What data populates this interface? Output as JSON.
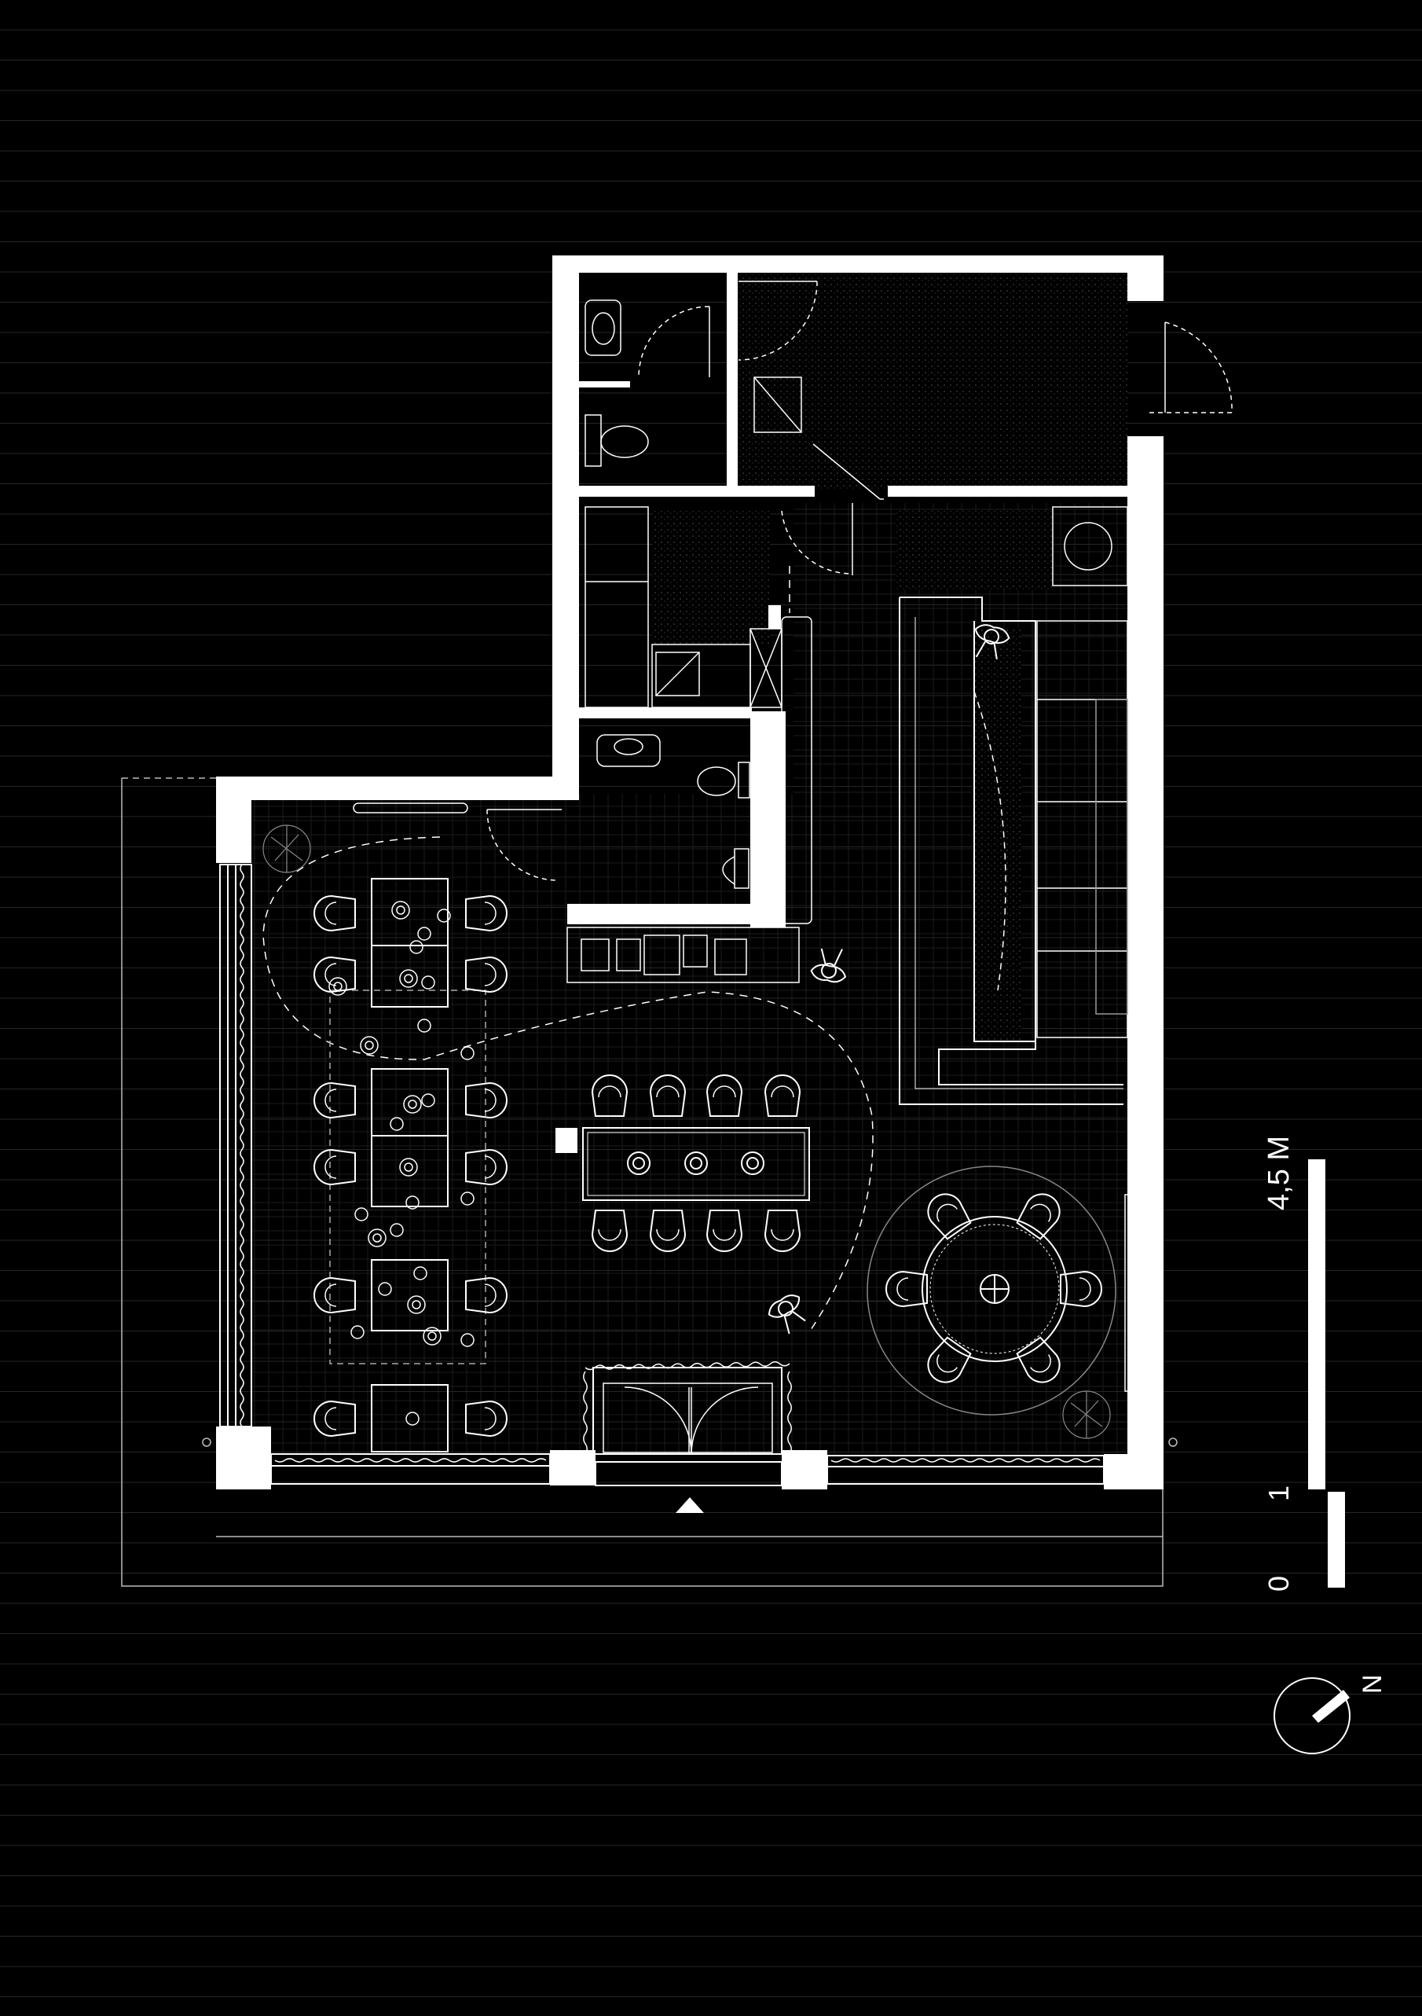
{
  "scale_bar": {
    "label_max": "4,5 M",
    "label_one": "1",
    "label_zero": "0"
  },
  "north_arrow": {
    "label": "N",
    "icon": "north-arrow-icon"
  },
  "entrance_marker": {
    "icon": "entrance-triangle-icon"
  },
  "colors": {
    "background": "#000000",
    "wall": "#ffffff",
    "line": "#ffffff",
    "grid": "#2a2a2a"
  }
}
